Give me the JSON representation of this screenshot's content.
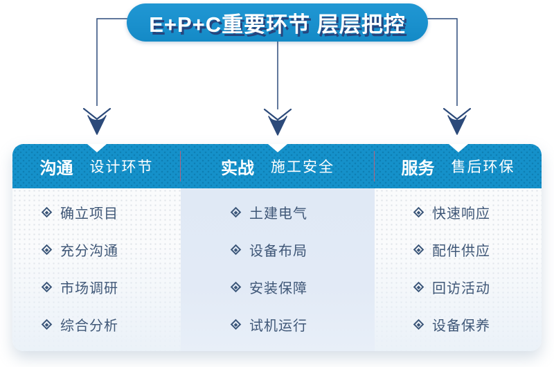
{
  "banner": {
    "title": "E+P+C重要环节 层层把控"
  },
  "columns": [
    {
      "header_bold": "沟通",
      "header_rest": "设计环节",
      "items": [
        "确立项目",
        "充分沟通",
        "市场调研",
        "综合分析"
      ]
    },
    {
      "header_bold": "实战",
      "header_rest": "施工安全",
      "items": [
        "土建电气",
        "设备布局",
        "安装保障",
        "试机运行"
      ]
    },
    {
      "header_bold": "服务",
      "header_rest": "售后环保",
      "items": [
        "快速响应",
        "配件供应",
        "回访活动",
        "设备保养"
      ]
    }
  ],
  "icons": {
    "bullet": "diamond-target-icon",
    "arrowhead": "double-chevron-down-icon"
  },
  "colors": {
    "brand_blue": "#1a90cd",
    "band_blue": "#1591ca",
    "band_dot": "#0e7fb4",
    "navy": "#2c4a7a",
    "item_text": "#3f5777",
    "mid_panel": "#e2eaf6",
    "divider_pink": "#b4647f"
  }
}
